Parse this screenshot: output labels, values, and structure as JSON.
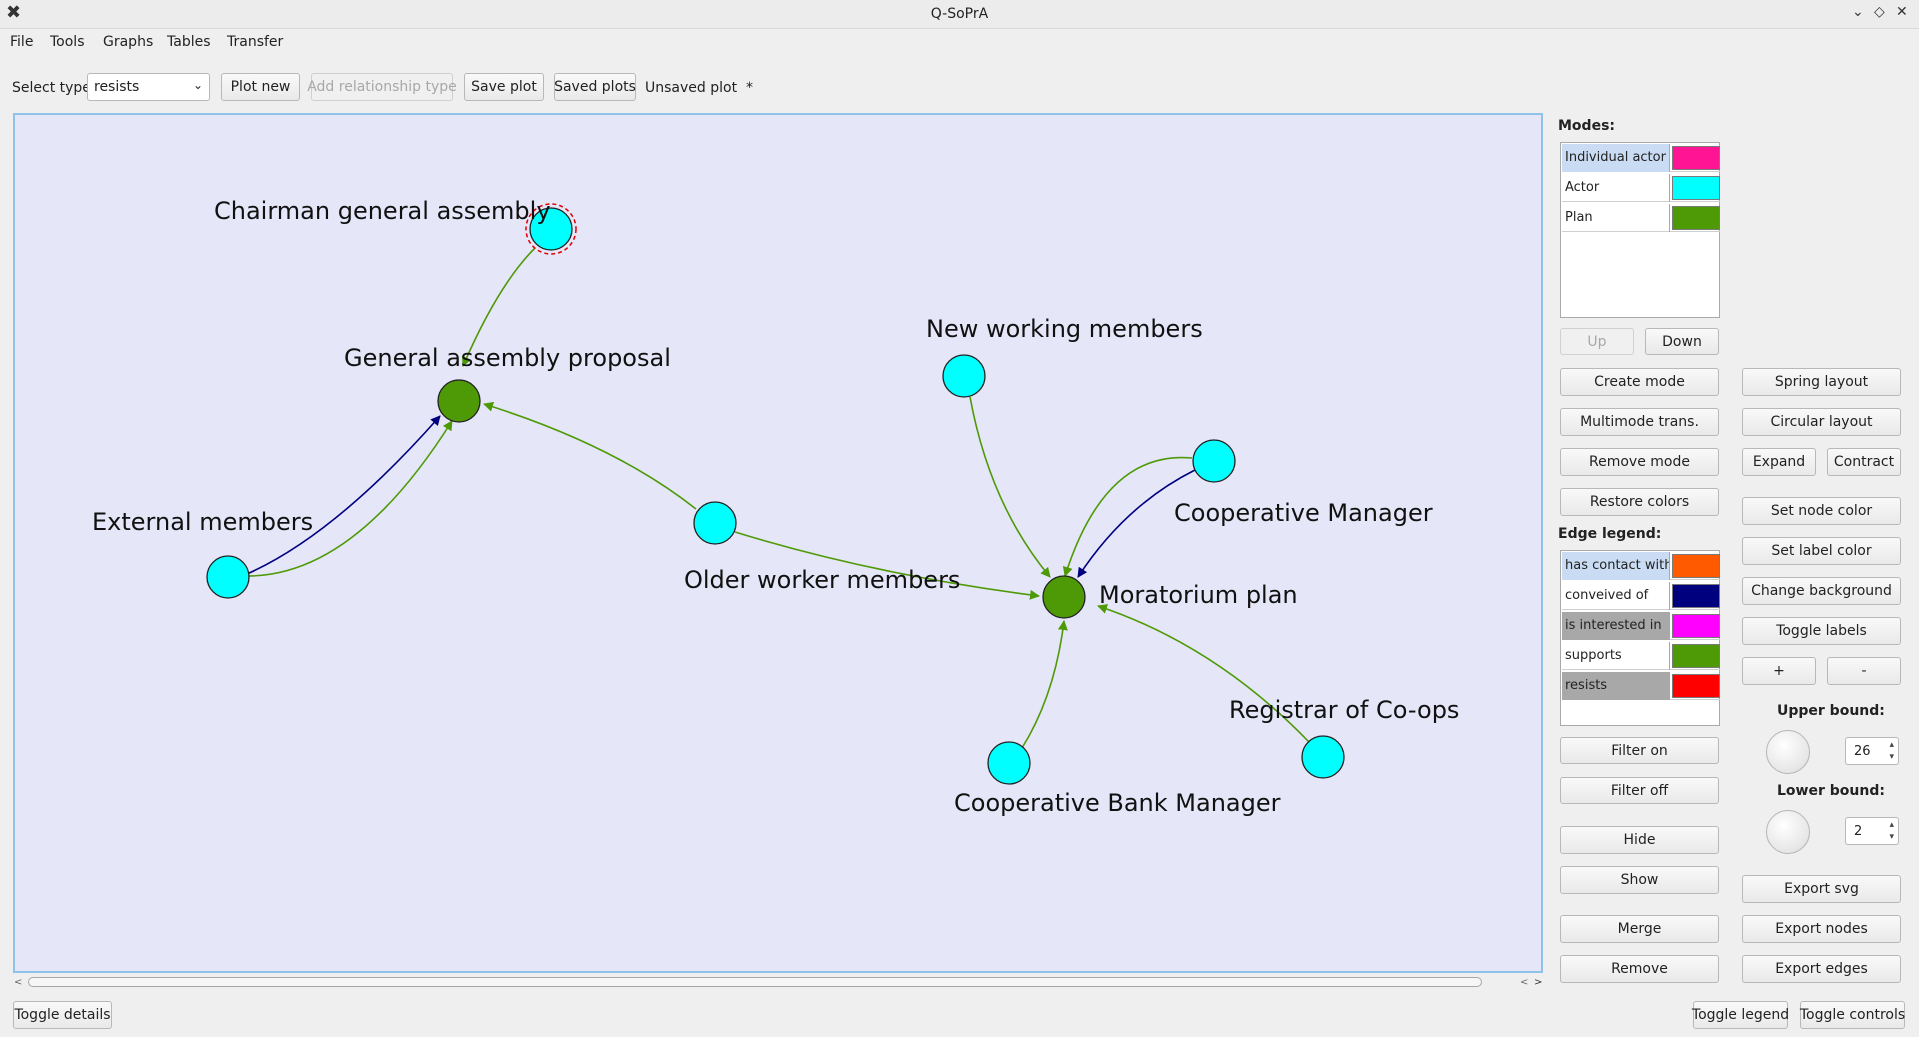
{
  "window": {
    "title": "Q-SoPrA"
  },
  "menu": {
    "file": "File",
    "tools": "Tools",
    "graphs": "Graphs",
    "tables": "Tables",
    "transfer": "Transfer"
  },
  "toolbar": {
    "select_type_label": "Select type",
    "select_type_value": "resists",
    "plot_new": "Plot new",
    "add_relationship_type": "Add relationship type",
    "save_plot": "Save plot",
    "saved_plots": "Saved plots",
    "plot_status": "Unsaved plot  *"
  },
  "graph": {
    "nodes": [
      {
        "id": "chairman",
        "label": "Chairman general assembly",
        "mode": "Actor",
        "selected": true
      },
      {
        "id": "gap",
        "label": "General assembly proposal",
        "mode": "Plan"
      },
      {
        "id": "external",
        "label": "External members",
        "mode": "Actor"
      },
      {
        "id": "older",
        "label": "Older worker members",
        "mode": "Actor"
      },
      {
        "id": "newworking",
        "label": "New working members",
        "mode": "Actor"
      },
      {
        "id": "coopmgr",
        "label": "Cooperative Manager",
        "mode": "Actor"
      },
      {
        "id": "moratorium",
        "label": "Moratorium plan",
        "mode": "Plan"
      },
      {
        "id": "registrar",
        "label": "Registrar of Co-ops",
        "mode": "Actor"
      },
      {
        "id": "bankmgr",
        "label": "Cooperative Bank Manager",
        "mode": "Actor"
      }
    ],
    "edges": [
      {
        "from": "chairman",
        "to": "gap",
        "type": "supports"
      },
      {
        "from": "external",
        "to": "gap",
        "type": "conveived of"
      },
      {
        "from": "external",
        "to": "gap",
        "type": "supports"
      },
      {
        "from": "older",
        "to": "gap",
        "type": "supports"
      },
      {
        "from": "older",
        "to": "moratorium",
        "type": "supports"
      },
      {
        "from": "newworking",
        "to": "moratorium",
        "type": "supports"
      },
      {
        "from": "coopmgr",
        "to": "moratorium",
        "type": "supports"
      },
      {
        "from": "coopmgr",
        "to": "moratorium",
        "type": "conveived of"
      },
      {
        "from": "registrar",
        "to": "moratorium",
        "type": "supports"
      },
      {
        "from": "bankmgr",
        "to": "moratorium",
        "type": "supports"
      }
    ]
  },
  "modes": {
    "heading": "Modes:",
    "items": [
      {
        "name": "Individual actor",
        "color": "#ff1493",
        "selected": true
      },
      {
        "name": "Actor",
        "color": "#00ffff"
      },
      {
        "name": "Plan",
        "color": "#4e9a06"
      }
    ],
    "up": "Up",
    "down": "Down"
  },
  "mode_buttons": {
    "create_mode": "Create mode",
    "multimode": "Multimode trans.",
    "remove_mode": "Remove mode",
    "restore_colors": "Restore colors"
  },
  "edge_legend": {
    "heading": "Edge legend:",
    "items": [
      {
        "name": "has contact with",
        "color": "#ff5a00",
        "state": "selected"
      },
      {
        "name": "conveived of",
        "color": "#00007f",
        "state": "normal"
      },
      {
        "name": "is interested in",
        "color": "#ff00ff",
        "state": "hidden"
      },
      {
        "name": "supports",
        "color": "#4e9a06",
        "state": "normal"
      },
      {
        "name": "resists",
        "color": "#ff0000",
        "state": "hidden"
      }
    ]
  },
  "edge_buttons": {
    "filter_on": "Filter on",
    "filter_off": "Filter off",
    "hide": "Hide",
    "show": "Show",
    "merge": "Merge",
    "remove": "Remove"
  },
  "layout_buttons": {
    "spring": "Spring layout",
    "circular": "Circular layout",
    "expand": "Expand",
    "contract": "Contract",
    "set_node_color": "Set node color",
    "set_label_color": "Set label color",
    "change_background": "Change background",
    "toggle_labels": "Toggle labels",
    "plus": "+",
    "minus": "-",
    "upper_bound_label": "Upper bound:",
    "upper_bound_value": "26",
    "lower_bound_label": "Lower bound:",
    "lower_bound_value": "2",
    "export_svg": "Export svg",
    "export_nodes": "Export nodes",
    "export_edges": "Export edges"
  },
  "bottom": {
    "toggle_details": "Toggle details",
    "toggle_legend": "Toggle legend",
    "toggle_controls": "Toggle controls"
  },
  "colors": {
    "actor": "#00ffff",
    "plan": "#4e9a06",
    "supports": "#4e9a06",
    "conveived": "#00007f",
    "canvas_bg": "#e5e6f8"
  }
}
